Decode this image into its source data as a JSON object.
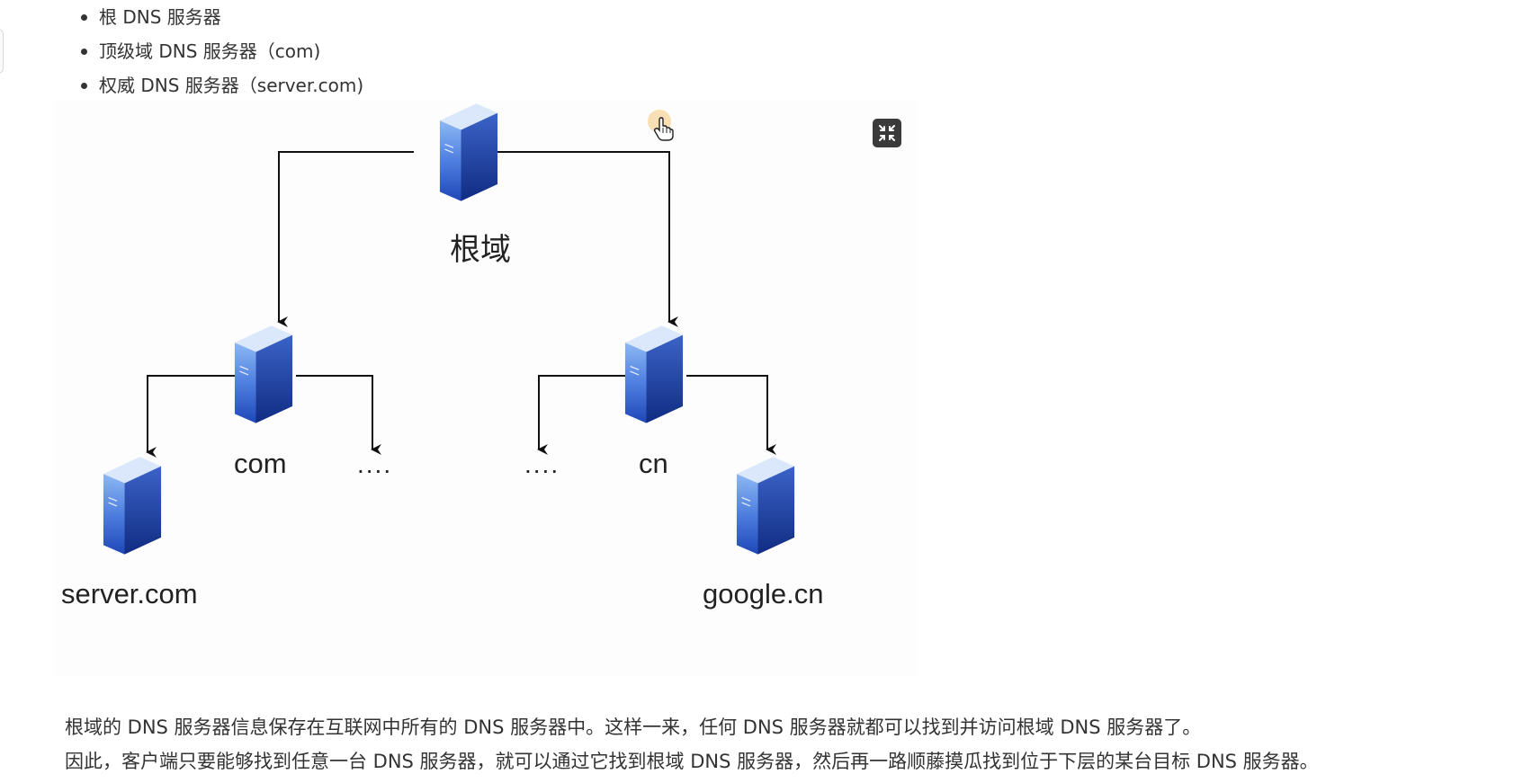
{
  "bullets": [
    "根 DNS 服务器",
    "顶级域 DNS 服务器（com)",
    "权威 DNS 服务器（server.com)"
  ],
  "diagram": {
    "root_label": "根域",
    "com_label": "com",
    "com_more": "....",
    "cn_more": "....",
    "cn_label": "cn",
    "server_label": "server.com",
    "google_label": "google.cn"
  },
  "paragraphs": [
    "根域的 DNS 服务器信息保存在互联网中所有的 DNS 服务器中。这样一来，任何 DNS 服务器就都可以找到并访问根域 DNS 服务器了。",
    "因此，客户端只要能够找到任意一台 DNS 服务器，就可以通过它找到根域 DNS 服务器，然后再一路顺藤摸瓜找到位于下层的某台目标 DNS 服务器。"
  ],
  "icons": {
    "server": "server-icon",
    "expand": "fullscreen-exit-icon",
    "cursor": "hand-pointer-icon"
  },
  "colors": {
    "server_front_top": "#7aaaf0",
    "server_front_bottom": "#1f47b8",
    "server_side": "#14338f",
    "arrow": "#111111",
    "text": "#333333"
  }
}
